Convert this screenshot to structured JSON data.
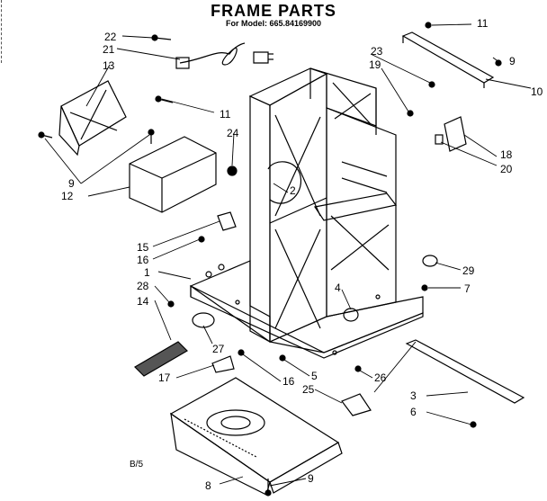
{
  "header": {
    "title": "FRAME PARTS",
    "model_line": "For Model: 665.84169900"
  },
  "footer_note": "B/5",
  "colors": {
    "ink": "#000000",
    "paper": "#ffffff"
  },
  "callouts": [
    "22",
    "21",
    "13",
    "11",
    "24",
    "9",
    "12",
    "15",
    "16",
    "1",
    "28",
    "14",
    "27",
    "17",
    "16",
    "5",
    "25",
    "26",
    "3",
    "6",
    "8",
    "9",
    "2",
    "23",
    "19",
    "11",
    "9",
    "10",
    "18",
    "20",
    "29",
    "7",
    "4"
  ]
}
